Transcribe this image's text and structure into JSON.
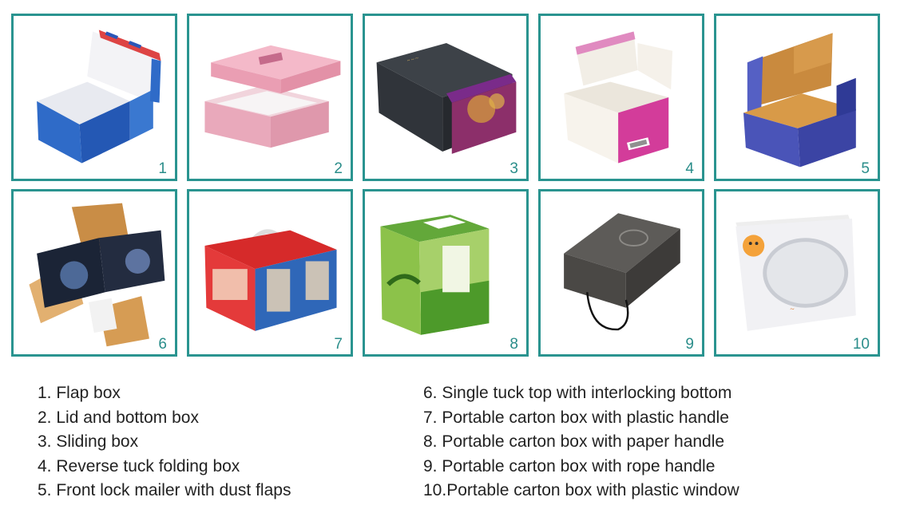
{
  "colors": {
    "frame": "#2a9490",
    "number": "#2a8d8a",
    "text": "#222222"
  },
  "tiles": [
    {
      "number": "1",
      "name": "Flap box"
    },
    {
      "number": "2",
      "name": "Lid and bottom box"
    },
    {
      "number": "3",
      "name": "Sliding box"
    },
    {
      "number": "4",
      "name": "Reverse tuck folding box"
    },
    {
      "number": "5",
      "name": "Front lock mailer with dust flaps"
    },
    {
      "number": "6",
      "name": "Single tuck top with interlocking bottom"
    },
    {
      "number": "7",
      "name": "Portable carton box with plastic handle"
    },
    {
      "number": "8",
      "name": "Portable carton box with paper handle"
    },
    {
      "number": "9",
      "name": "Portable carton box with rope handle"
    },
    {
      "number": "10",
      "name": "Portable carton box with plastic window"
    }
  ],
  "captions": {
    "left": [
      "1. Flap box",
      "2. Lid and bottom box",
      "3. Sliding box",
      "4. Reverse tuck folding box",
      "5. Front lock mailer with dust flaps"
    ],
    "right": [
      "6. Single tuck top with interlocking bottom",
      "7. Portable carton box with plastic handle",
      "8. Portable carton box with paper handle",
      "9. Portable carton box with rope handle",
      "10.Portable carton box with plastic window"
    ]
  }
}
